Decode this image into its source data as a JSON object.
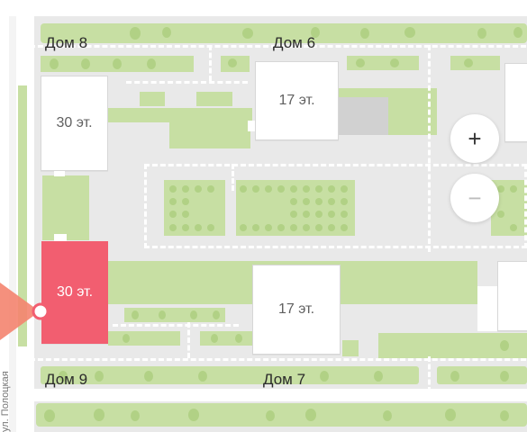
{
  "map": {
    "buildings": [
      {
        "id": "b30-top",
        "floors": "30 эт.",
        "selected": false
      },
      {
        "id": "b17-top",
        "floors": "17 эт.",
        "selected": false
      },
      {
        "id": "b30-bottom",
        "floors": "30 эт.",
        "selected": true
      },
      {
        "id": "b17-bottom",
        "floors": "17 эт.",
        "selected": false
      }
    ],
    "house_labels": {
      "dom8": "Дом 8",
      "dom6": "Дом 6",
      "dom9": "Дом 9",
      "dom7": "Дом 7"
    },
    "street_label": "ул. Полоцкая",
    "zoom": {
      "in": "+",
      "out": "−"
    },
    "colors": {
      "background": "#e9e9e9",
      "green": "#c7dfa3",
      "tree": "#b1d185",
      "selected_building": "#f25e70",
      "marker_cone": "#f4846f"
    }
  }
}
